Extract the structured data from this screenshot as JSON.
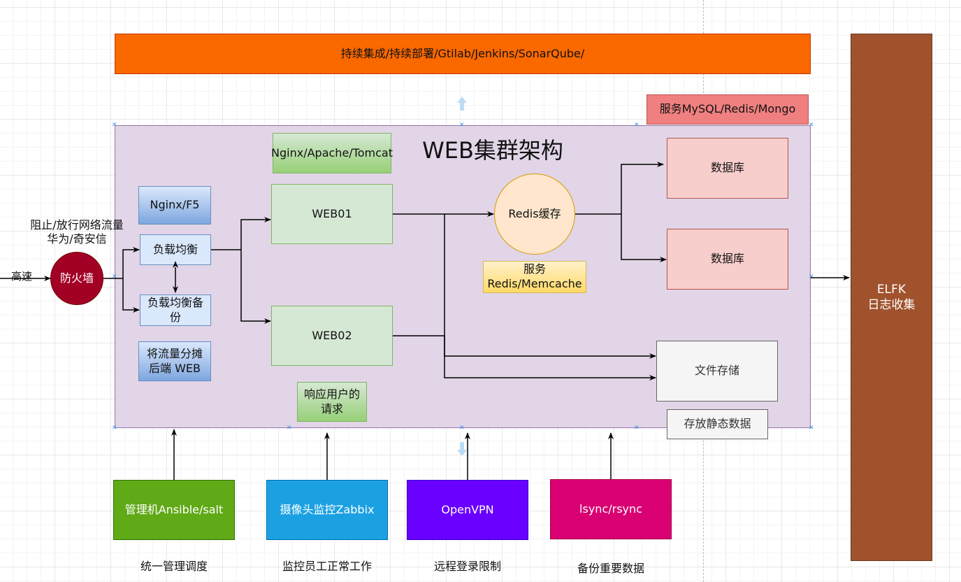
{
  "ci_bar": {
    "label": "持续集成/持续部署/Gtilab/Jenkins/SonarQube/",
    "color": "#fa6800"
  },
  "elfk": {
    "label": "ELFK\n日志收集",
    "color": "#a0522d"
  },
  "service_db": {
    "label": "服务MySQL/Redis/Mongo"
  },
  "cluster": {
    "title": "WEB集群架构",
    "color": "#e1d5e7"
  },
  "nginx_apache": {
    "label": "Nginx/Apache/Tomcat"
  },
  "nginx_f5": {
    "label": "Nginx/F5"
  },
  "lb": {
    "label": "负载均衡"
  },
  "lb_backup": {
    "label": "负载均衡备份"
  },
  "lb_note": {
    "label": "将流量分摊后端 WEB"
  },
  "web01": {
    "label": "WEB01"
  },
  "web02": {
    "label": "WEB02"
  },
  "web_note": {
    "label": "响应用户的请求"
  },
  "redis": {
    "label": "Redis缓存"
  },
  "redis_note": {
    "label": "服务\nRedis/Memcache"
  },
  "db1": {
    "label": "数据库"
  },
  "db2": {
    "label": "数据库"
  },
  "file_store": {
    "label": "文件存储"
  },
  "file_note": {
    "label": "存放静态数据"
  },
  "firewall": {
    "label": "防火墙",
    "color": "#a20025"
  },
  "firewall_note": {
    "label": "阻止/放行网络流量\n华为/奇安信"
  },
  "speed": {
    "label": "高速"
  },
  "bottom": [
    {
      "label": "管理机Ansible/salt",
      "caption": "统一管理调度",
      "color": "#60a917"
    },
    {
      "label": "摄像头监控Zabbix",
      "caption": "监控员工正常工作",
      "color": "#1ba1e2"
    },
    {
      "label": "OpenVPN",
      "caption": "远程登录限制",
      "color": "#6a00ff"
    },
    {
      "label": "lsync/rsync",
      "caption": "备份重要数据",
      "color": "#d80073"
    }
  ]
}
